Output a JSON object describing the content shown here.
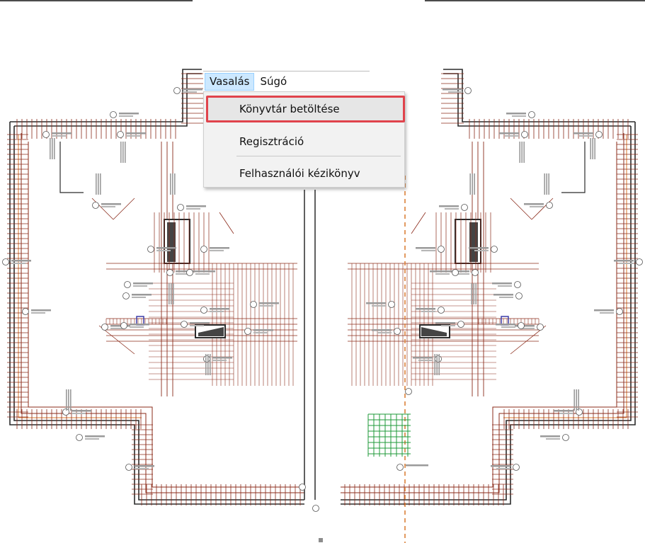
{
  "menubar": {
    "items": [
      {
        "label": "Vasalás",
        "active": true
      },
      {
        "label": "Súgó",
        "active": false
      }
    ]
  },
  "dropdown": {
    "items": [
      {
        "label": "Könyvtár betöltése",
        "highlighted": true
      },
      {
        "label": "Regisztráció",
        "highlighted": false
      },
      {
        "label": "Felhasználói kézikönyv",
        "highlighted": false
      }
    ]
  },
  "colors": {
    "wall": "#2b2b2b",
    "rebar": "#8b2b1a",
    "orange": "#d8782c",
    "mesh": "#1f9a3a",
    "highlight_border": "#e0434c",
    "menu_active_bg": "#cce8ff"
  }
}
